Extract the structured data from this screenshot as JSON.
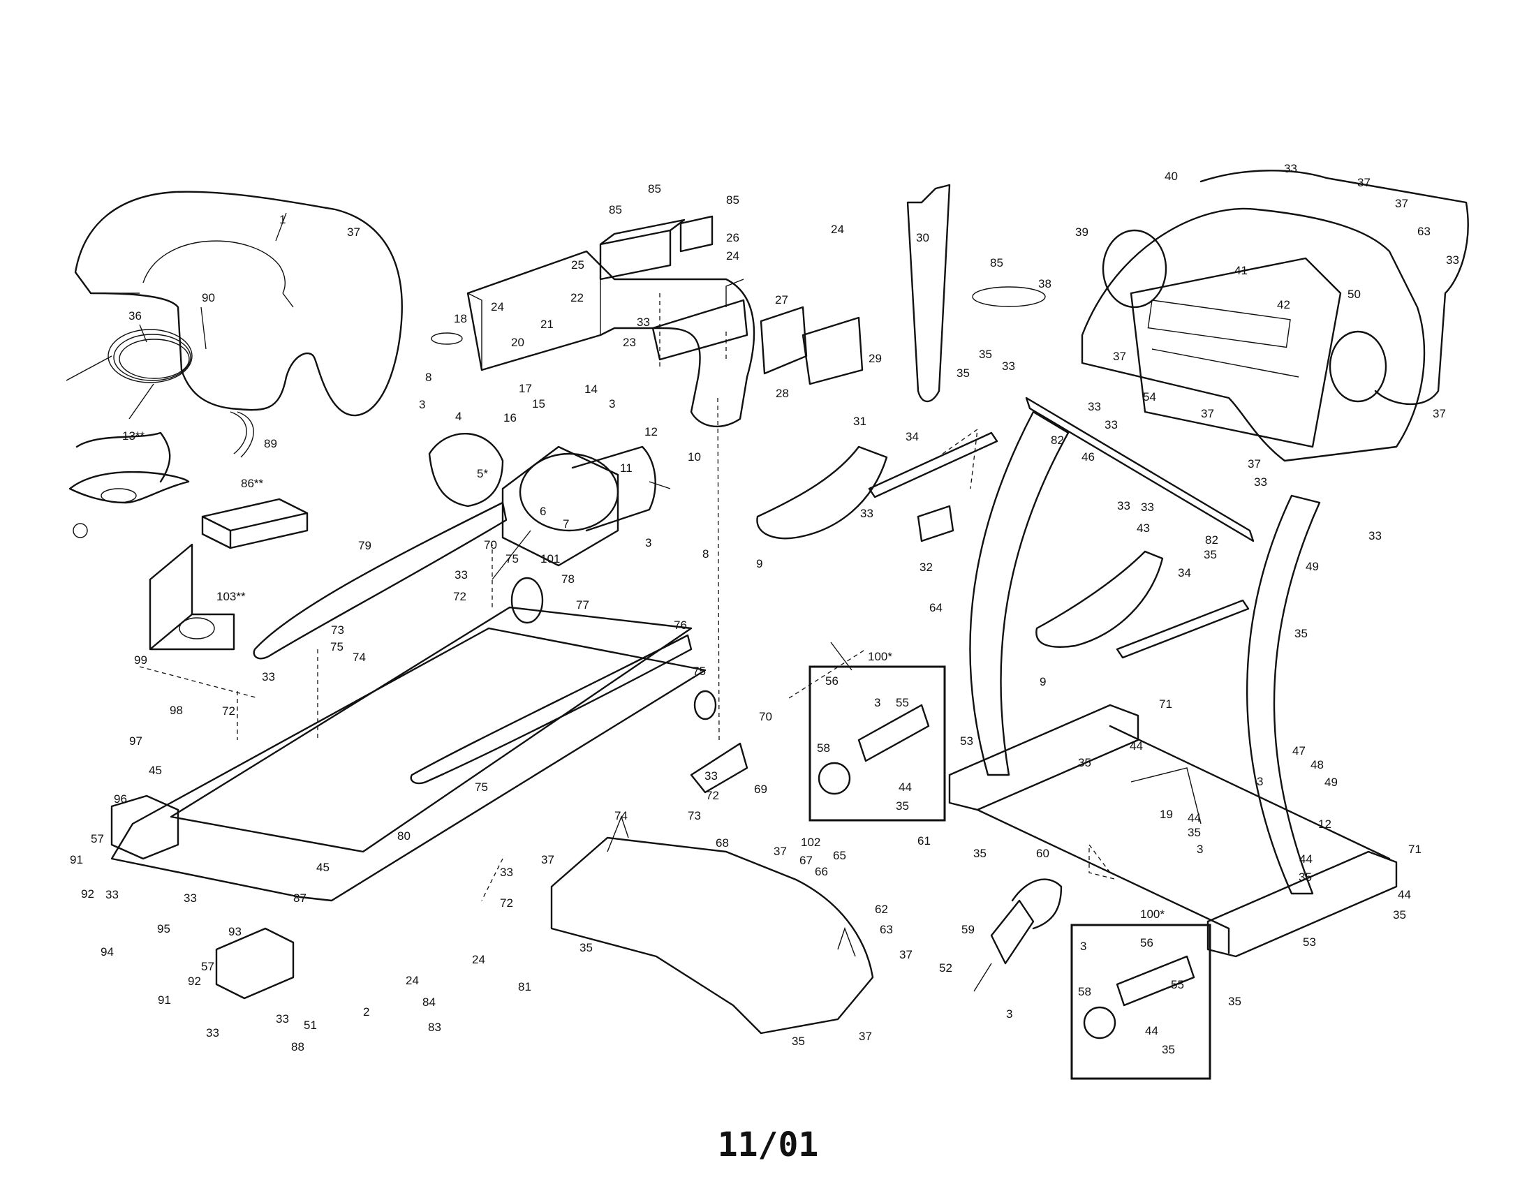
{
  "diagram": {
    "footer_date": "11/01",
    "callouts": {
      "c1": "1",
      "c37a": "37",
      "c36": "36",
      "c90": "90",
      "c89": "89",
      "c13": "13**",
      "c86": "86**",
      "c103": "103**",
      "c18": "18",
      "c24a": "24",
      "c20": "20",
      "c21": "21",
      "c8a": "8",
      "c3a": "3",
      "c4": "4",
      "c17": "17",
      "c15": "15",
      "c16": "16",
      "c14": "14",
      "c3b": "3",
      "c22": "22",
      "c5": "5*",
      "c6": "6",
      "c7": "7",
      "c11": "11",
      "c3c": "3",
      "c12a": "12",
      "c10": "10",
      "c8b": "8",
      "c85a": "85",
      "c85b": "85",
      "c85c": "85",
      "c26": "26",
      "c25": "25",
      "c24b": "24",
      "c33a": "33",
      "c23": "23",
      "c27": "27",
      "c24c": "24",
      "c28": "28",
      "c29": "29",
      "c31": "31",
      "c9a": "9",
      "c30": "30",
      "c85d": "85",
      "c35a": "35",
      "c35b": "35",
      "c33b": "33",
      "c34a": "34",
      "c33c": "33",
      "c32": "32",
      "c82a": "82",
      "c46": "46",
      "c33d": "33",
      "c33e": "33",
      "c54": "54",
      "c33f": "33",
      "c40": "40",
      "c33g": "33",
      "c37b": "37",
      "c37c": "37",
      "c63a": "63",
      "c33h": "33",
      "c39": "39",
      "c38": "38",
      "c41": "41",
      "c42": "42",
      "c50": "50",
      "c37d": "37",
      "c37e": "37",
      "c37f": "37",
      "c37g": "37",
      "c33i": "33",
      "c33j": "33",
      "c33k": "33",
      "c82b": "82",
      "c35c": "35",
      "c49a": "49",
      "c35d": "35",
      "c43": "43",
      "c34b": "34",
      "c9b": "9",
      "c64": "64",
      "c79": "79",
      "c70a": "70",
      "c75a": "75",
      "c101": "101",
      "c33l": "33",
      "c78": "78",
      "c72a": "72",
      "c77": "77",
      "c73a": "73",
      "c74a": "74",
      "c75b": "75",
      "c76": "76",
      "c99": "99",
      "c98": "98",
      "c33m": "33",
      "c72b": "72",
      "c97": "97",
      "c45a": "45",
      "c75c": "75",
      "c70b": "70",
      "c33n": "33",
      "c72c": "72",
      "c75d": "75",
      "c74b": "74",
      "c73b": "73",
      "c96": "96",
      "c80": "80",
      "c57a": "57",
      "c91a": "91",
      "c92a": "92",
      "c33o": "33",
      "c33p": "33",
      "c95": "95",
      "c45b": "45",
      "c87": "87",
      "c94": "94",
      "c93": "93",
      "c57b": "57",
      "c92b": "92",
      "c91b": "91",
      "c33q": "33",
      "c33r": "33",
      "c88": "88",
      "c51": "51",
      "c24d": "24",
      "c2": "2",
      "c84": "84",
      "c24e": "24",
      "c81": "81",
      "c83": "83",
      "c100a": "100*",
      "c56a": "56",
      "c3d": "3",
      "c55a": "55",
      "c58a": "58",
      "c44a": "44",
      "c35e": "35",
      "c69": "69",
      "c102": "102",
      "c37h": "37",
      "c67": "67",
      "c66": "66",
      "c65": "65",
      "c68": "68",
      "c61": "61",
      "c33s": "33",
      "c37i": "37",
      "c72d": "72",
      "c62": "62",
      "c63b": "63",
      "c37j": "37",
      "c35f": "35",
      "c35g": "35",
      "c37k": "37",
      "c71a": "71",
      "c53a": "53",
      "c44b": "44",
      "c35h": "35",
      "c47": "47",
      "c48": "48",
      "c49b": "49",
      "c3e": "3",
      "c19": "19",
      "c44c": "44",
      "c35i": "35",
      "c3f": "3",
      "c12b": "12",
      "c44d": "44",
      "c35j": "35",
      "c71b": "71",
      "c35k": "35",
      "c60": "60",
      "c59": "59",
      "c52": "52",
      "c3g": "3",
      "c44e": "44",
      "c35l": "35",
      "c53b": "53",
      "c35m": "35",
      "c100b": "100*",
      "c3h": "3",
      "c56b": "56",
      "c55b": "55",
      "c58b": "58",
      "c44f": "44",
      "c35n": "35"
    }
  }
}
